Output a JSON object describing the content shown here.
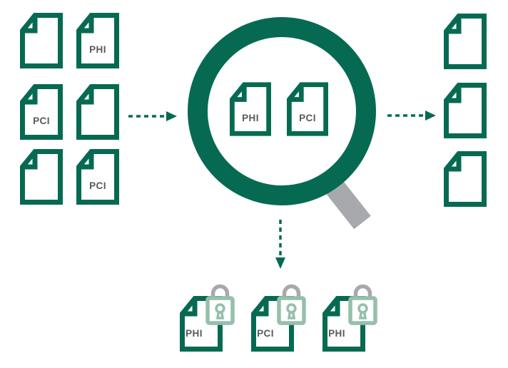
{
  "colors": {
    "brand_green": "#066A52",
    "handle_gray": "#A7A9AC",
    "lock_sage": "#96BFAC",
    "label_gray": "#58595B",
    "background": "#FFFFFF"
  },
  "icons": {
    "document": "file-page-with-folded-corner",
    "magnifier": "magnifying-glass",
    "padlock": "lock-with-keyhole",
    "arrow": "dashed-arrow"
  },
  "source_documents": [
    {
      "label": ""
    },
    {
      "label": "PHI"
    },
    {
      "label": "PCI"
    },
    {
      "label": ""
    },
    {
      "label": ""
    },
    {
      "label": "PCI"
    }
  ],
  "magnifier_documents": [
    {
      "label": "PHI"
    },
    {
      "label": "PCI"
    }
  ],
  "output_documents": [
    {
      "label": ""
    },
    {
      "label": ""
    },
    {
      "label": ""
    }
  ],
  "secured_documents": [
    {
      "label": "PHI"
    },
    {
      "label": "PCI"
    },
    {
      "label": "PHI"
    }
  ],
  "flow": {
    "arrows": [
      {
        "direction": "right",
        "from": "source-documents",
        "to": "magnifier"
      },
      {
        "direction": "right",
        "from": "magnifier",
        "to": "output-documents"
      },
      {
        "direction": "down",
        "from": "magnifier",
        "to": "secured-documents"
      }
    ]
  }
}
